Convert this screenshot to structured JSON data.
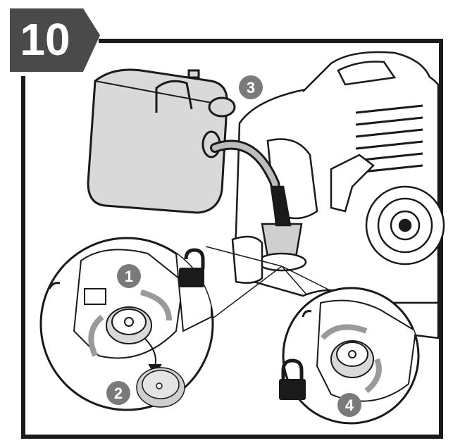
{
  "step": {
    "number": "10"
  },
  "callouts": [
    {
      "label": "1"
    },
    {
      "label": "2"
    },
    {
      "label": "3"
    },
    {
      "label": "4"
    }
  ],
  "icons": {
    "unlock": "unlocked-padlock-icon",
    "lock": "locked-padlock-icon"
  },
  "colors": {
    "badge": "#4a4a4a",
    "callout": "#7a7a7a",
    "outline": "#1a1a1a",
    "fill": "#d9d9d9"
  }
}
